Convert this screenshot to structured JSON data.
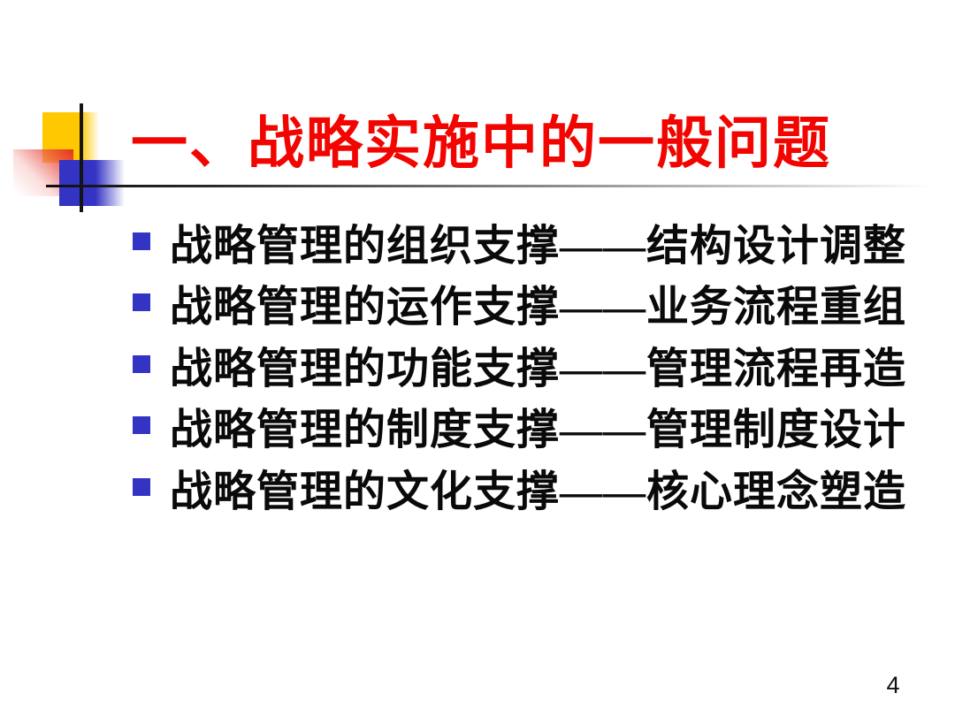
{
  "slide": {
    "title": "一、战略实施中的一般问题",
    "bullets": [
      "战略管理的组织支撑——结构设计调整",
      "战略管理的运作支撑——业务流程重组",
      "战略管理的功能支撑——管理流程再造",
      "战略管理的制度支撑——管理制度设计",
      "战略管理的文化支撑——核心理念塑造"
    ],
    "page_number": "4",
    "colors": {
      "title_red": "#f20500",
      "bullet_blue": "#3333c4",
      "accent_yellow": "#ffc800",
      "accent_pink": "#e63020",
      "line_black": "#141414",
      "background": "#ffffff"
    }
  }
}
